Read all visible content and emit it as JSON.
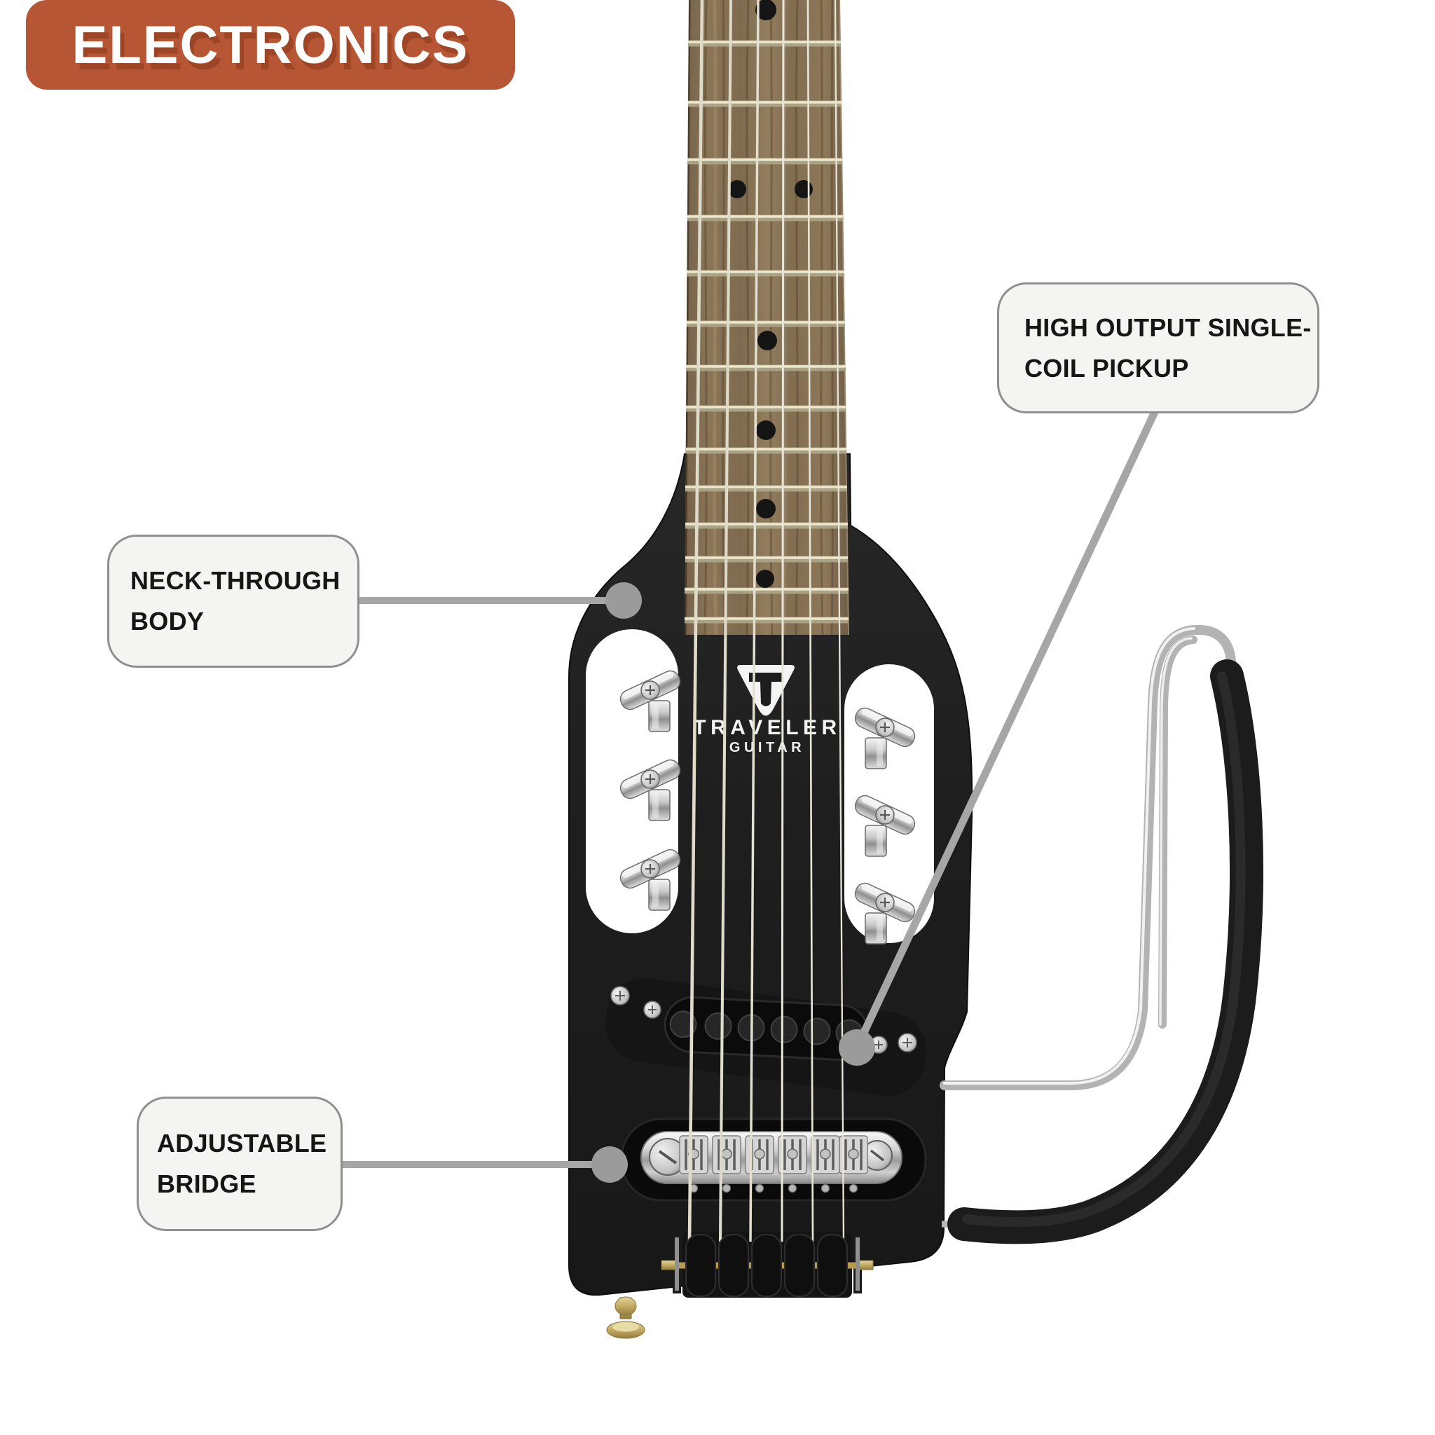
{
  "page": {
    "background": "#ffffff"
  },
  "badge": {
    "label": "ELECTRONICS",
    "bg_color": "#b75634",
    "text_color": "#ffffff",
    "shadow_color": "#9e4526"
  },
  "callouts": {
    "pickup": {
      "label": "HIGH OUTPUT SINGLE-COIL PICKUP"
    },
    "neck_through": {
      "label": "NECK-THROUGH BODY"
    },
    "adjustable_bridge": {
      "label": "ADJUSTABLE BRIDGE"
    }
  },
  "connector": {
    "line_color": "#a6a6a6",
    "dot_color": "#9b9b9b",
    "box_bg": "#f4f4f3",
    "box_border": "#8f8f8f",
    "box_text": "#161616"
  },
  "guitar": {
    "logo": {
      "brand": "TRAVELER",
      "sub_brand": "GUITAR"
    },
    "colors": {
      "body": "#1d1d1d",
      "fretboard_wood": "#87724f",
      "fret": "#ece7cd",
      "string": "#e8e5d9",
      "inlay_dot": "#151515",
      "chrome": "#c9c9c9",
      "foam": "#1c1c1c",
      "brass": "#b59a50",
      "logo_white": "#f4f4f4"
    }
  }
}
